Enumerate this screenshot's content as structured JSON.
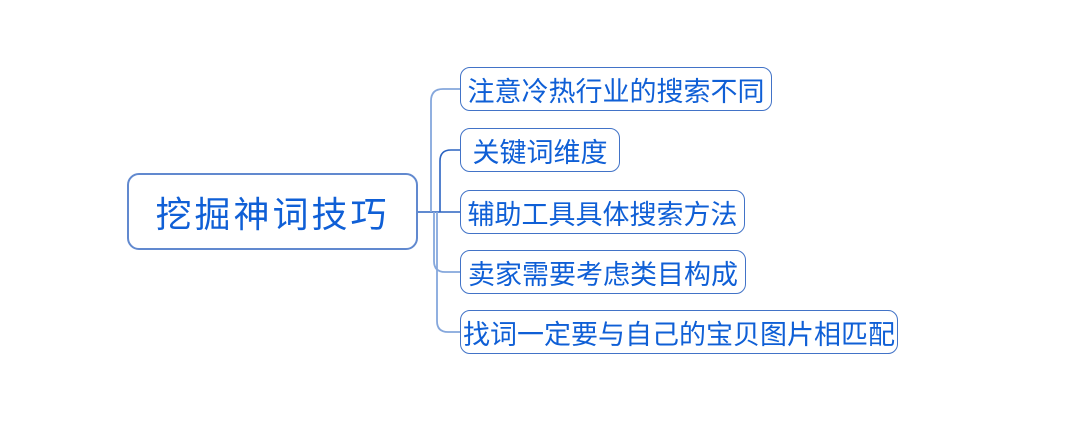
{
  "mindmap": {
    "root": {
      "label": "挖掘神词技巧"
    },
    "children": [
      {
        "label": "注意冷热行业的搜索不同"
      },
      {
        "label": "关键词维度"
      },
      {
        "label": "辅助工具具体搜索方法"
      },
      {
        "label": "卖家需要考虑类目构成"
      },
      {
        "label": "找词一定要与自己的宝贝图片相匹配"
      }
    ]
  },
  "colors": {
    "background": "#ffffff",
    "text": "#0f5fd6",
    "root_border": "#6189cf",
    "child_border": "#4273c7",
    "connector_light": "#85a7dc",
    "connector_dark": "#2b63c1"
  }
}
